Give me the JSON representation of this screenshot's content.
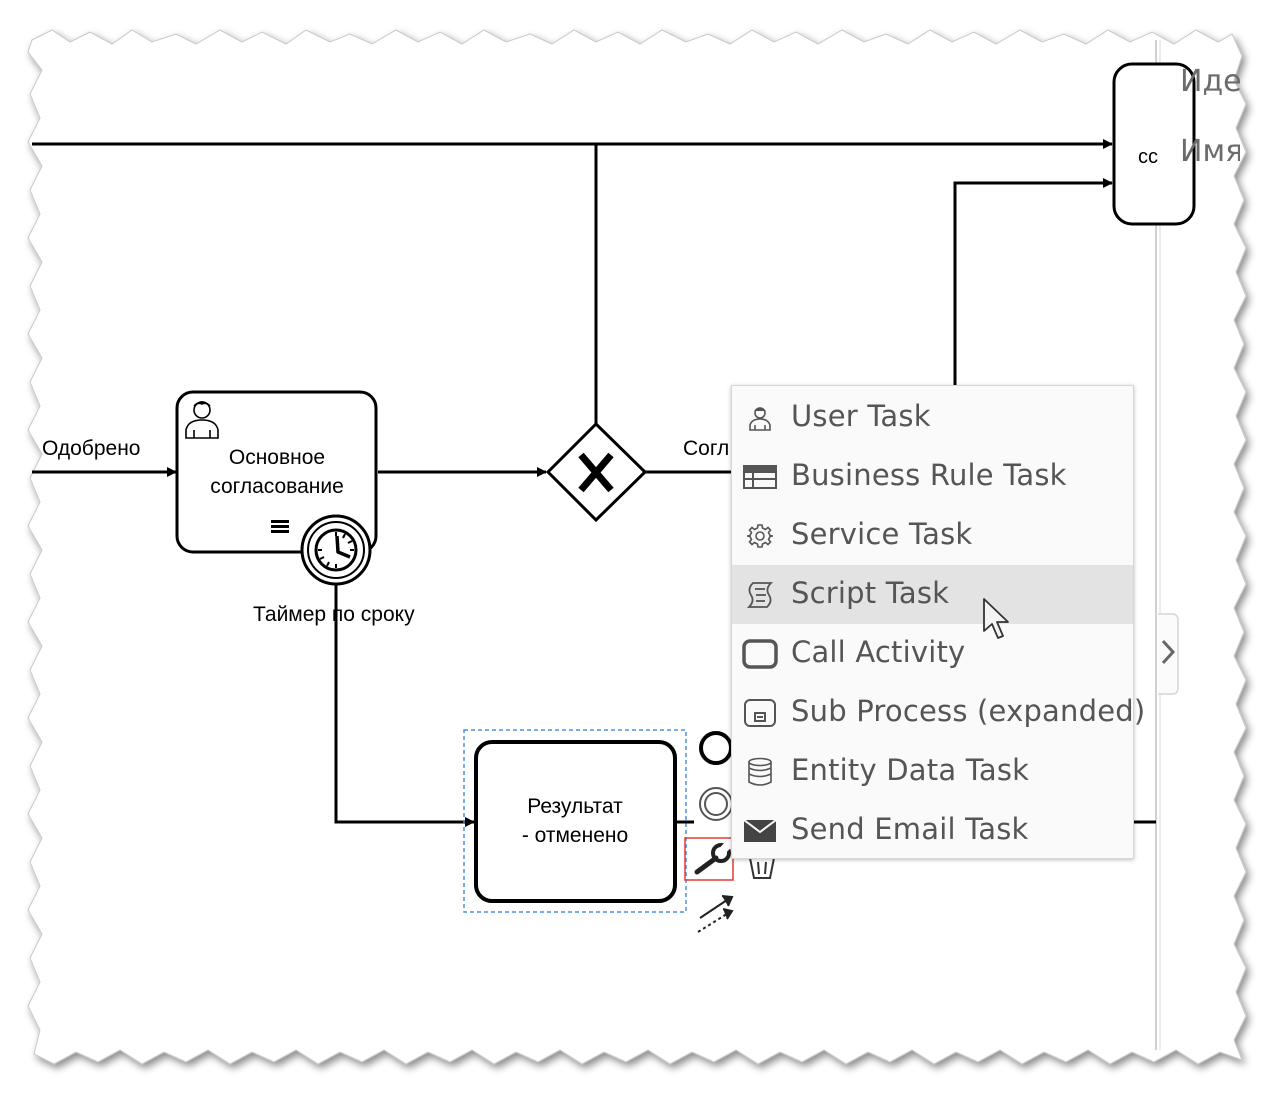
{
  "panel": {
    "id_label": "Иде",
    "name_label": "Имя"
  },
  "diagram": {
    "flow_approved_label": "Одобрено",
    "main_task_label_line1": "Основное",
    "main_task_label_line2": "согласование",
    "timer_label": "Таймер по сроку",
    "gateway_symbol": "X",
    "outgoing_flow_label": "Согл",
    "result_task_label_line1": "Результат",
    "result_task_label_line2": "- отменено",
    "top_task_partial_label": "сс"
  },
  "menu": {
    "items": [
      {
        "label": "User Task",
        "icon": "user-icon"
      },
      {
        "label": "Business Rule Task",
        "icon": "table-icon"
      },
      {
        "label": "Service Task",
        "icon": "gear-icon"
      },
      {
        "label": "Script Task",
        "icon": "script-icon"
      },
      {
        "label": "Call Activity",
        "icon": "rounded-rect-icon"
      },
      {
        "label": "Sub Process (expanded)",
        "icon": "subprocess-icon"
      },
      {
        "label": "Entity Data Task",
        "icon": "database-icon"
      },
      {
        "label": "Send Email Task",
        "icon": "envelope-icon"
      }
    ],
    "hovered_item": "Script Task"
  },
  "colors": {
    "menu_hover": "#e3e3e3",
    "selection_dashed": "#4a90e2",
    "wrench_highlight": "#e53935"
  }
}
